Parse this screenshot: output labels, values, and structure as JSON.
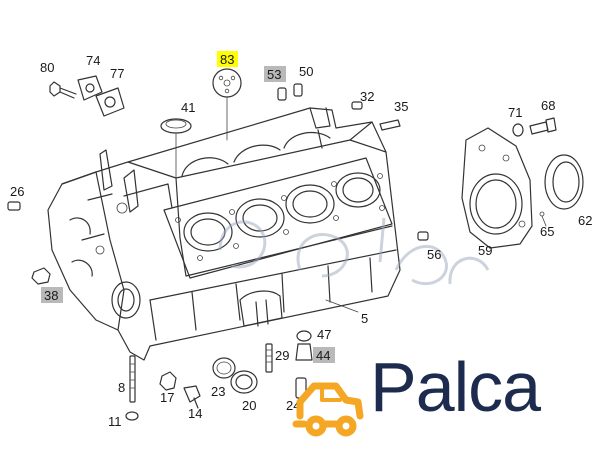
{
  "callouts": {
    "c80": "80",
    "c74": "74",
    "c77": "77",
    "c83": "83",
    "c53": "53",
    "c50": "50",
    "c41": "41",
    "c32": "32",
    "c35": "35",
    "c71": "71",
    "c68": "68",
    "c26": "26",
    "c38": "38",
    "c56": "56",
    "c59": "59",
    "c65": "65",
    "c62": "62",
    "c5": "5",
    "c47": "47",
    "c29": "29",
    "c44": "44",
    "c8": "8",
    "c11": "11",
    "c17": "17",
    "c14": "14",
    "c23": "23",
    "c20": "20",
    "c24": "24"
  },
  "colors": {
    "highlight": "#ffff00",
    "gray_label": "#b9b9b9",
    "logo_text": "#1d2b4f",
    "logo_accent": "#f5a623",
    "watermark": "#9aa8bd",
    "lines": "#333333"
  },
  "logo": {
    "text": "Palca",
    "icon": "car-icon"
  }
}
